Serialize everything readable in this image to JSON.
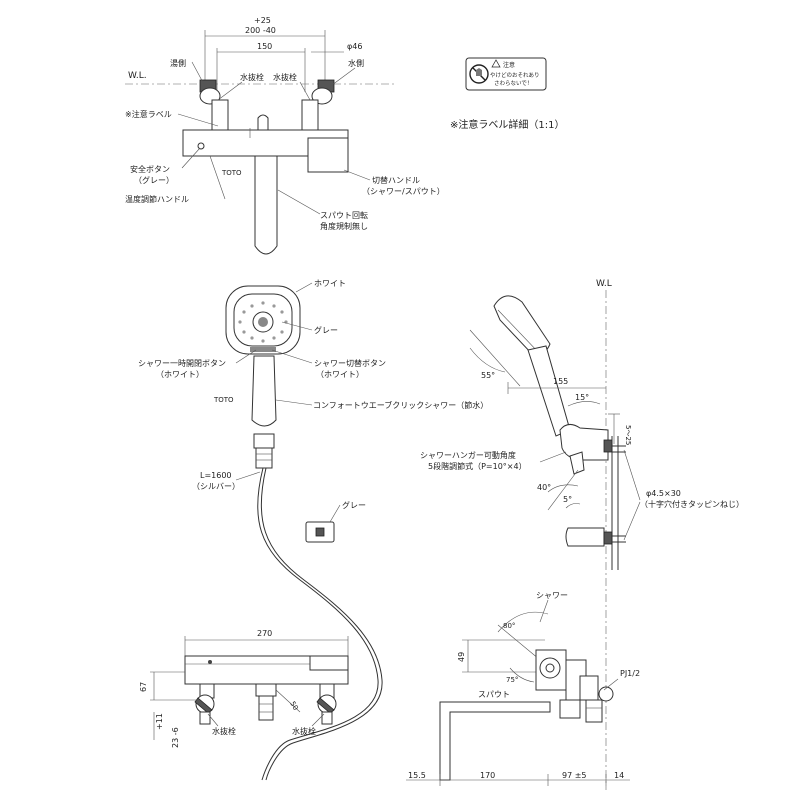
{
  "front_view": {
    "dim_top_a": "+25",
    "dim_top_b": "200 -40",
    "dim_150": "150",
    "dim_phi46": "φ46",
    "wl": "W.L.",
    "hot_side": "湯側",
    "cold_side": "水側",
    "drain_plug_1": "水抜栓",
    "drain_plug_2": "水抜栓",
    "caution_label": "※注意ラベル",
    "safety_button": "安全ボタン",
    "safety_button_sub": "（グレー）",
    "temp_handle": "温度調節ハンドル",
    "switch_handle": "切替ハンドル",
    "switch_handle_sub": "（シャワー/スパウト）",
    "spout_rotation": "スパウト回転",
    "spout_rotation_sub": "角度規制無し",
    "brand": "TOTO"
  },
  "caution_label_detail": {
    "title": "※注意ラベル詳細（1:1）",
    "heading": "注意",
    "line1": "やけどのおそれあり",
    "line2": "さわらないで！"
  },
  "shower_head": {
    "white": "ホワイト",
    "gray": "グレー",
    "pause_button": "シャワー一時開閉ボタン",
    "pause_button_sub": "（ホワイト）",
    "switch_button": "シャワー切替ボタン",
    "switch_button_sub": "（ホワイト）",
    "brand": "TOTO",
    "product": "コンフォートウエーブクリックシャワー（節水）",
    "hose_length": "L=1600",
    "hose_color": "（シルバー）",
    "hanger_gray": "グレー"
  },
  "side_view_shower": {
    "wl": "W.L",
    "angle_55": "55°",
    "dim_155": "155",
    "angle_15": "15°",
    "dim_5_25": "5～25",
    "hanger_label": "シャワーハンガー可動角度",
    "hanger_label_sub": "5段階調節式（P=10°×4）",
    "angle_40": "40°",
    "angle_5": "5°",
    "screw": "φ4.5×30",
    "screw_sub": "（十字穴付きタッピンねじ）"
  },
  "bottom_front_view": {
    "dim_270": "270",
    "dim_67": "67",
    "dim_plus11": "+11",
    "dim_23_6": "23 -6",
    "dim_50": "50",
    "drain_plug_1": "水抜栓",
    "drain_plug_2": "水抜栓"
  },
  "bottom_side_view": {
    "shower": "シャワー",
    "angle_80": "80°",
    "dim_49": "49",
    "angle_75": "75°",
    "spout": "スパウト",
    "pj": "PJ1/2",
    "dim_15_5": "15.5",
    "dim_170": "170",
    "dim_97": "97 ±5",
    "dim_14": "14"
  }
}
